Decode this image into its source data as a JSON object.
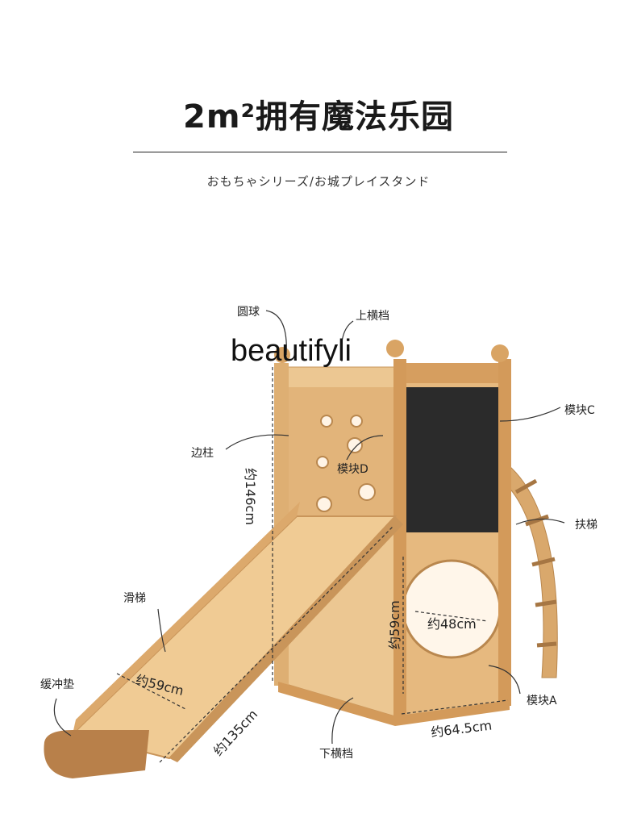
{
  "header": {
    "title": "2m²拥有魔法乐园",
    "subtitle": "おもちゃシリーズ/お城プレイスタンド"
  },
  "watermark": "beautifyli",
  "parts": {
    "ball": "圆球",
    "upper_rail": "上横档",
    "module_c": "模块C",
    "side_post": "边柱",
    "module_d": "模块D",
    "ladder": "扶梯",
    "slide": "滑梯",
    "cushion": "缓冲垫",
    "module_a": "模块A",
    "lower_rail": "下横档"
  },
  "dimensions": {
    "height": "约146cm",
    "slide_width": "约59cm",
    "slide_length": "约135cm",
    "module_height": "约59cm",
    "hole_diameter": "约48cm",
    "base_width": "约64.5cm"
  },
  "colors": {
    "wood": "#e8c08a",
    "wood_dark": "#c9955a",
    "chalkboard": "#2b2b2b",
    "cushion": "#b8804a"
  }
}
